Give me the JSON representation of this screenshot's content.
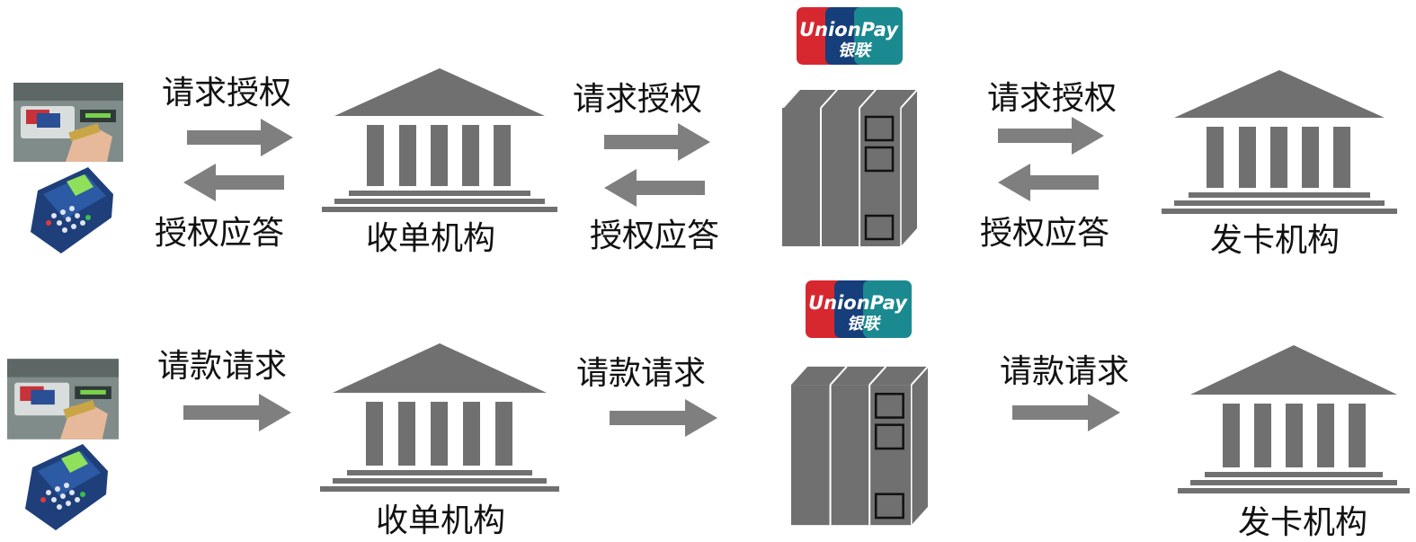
{
  "colors": {
    "icon_gray": "#707070",
    "arrow_gray": "#7f7f7f",
    "unionpay_red": "#d7282f",
    "unionpay_blue": "#163e7a",
    "unionpay_teal": "#1b8a90"
  },
  "logo": {
    "wordmark": "UnionPay",
    "chinese": "银联"
  },
  "rows": [
    {
      "id": "authorization-flow",
      "request_label_1": "请求授权",
      "response_label_1": "授权应答",
      "acquirer_label": "收单机构",
      "request_label_2": "请求授权",
      "response_label_2": "授权应答",
      "request_label_3": "请求授权",
      "response_label_3": "授权应答",
      "issuer_label": "发卡机构"
    },
    {
      "id": "settlement-flow",
      "request_label_1": "请款请求",
      "acquirer_label": "收单机构",
      "request_label_2": "请款请求",
      "request_label_3": "请款请求",
      "issuer_label": "发卡机构"
    }
  ]
}
